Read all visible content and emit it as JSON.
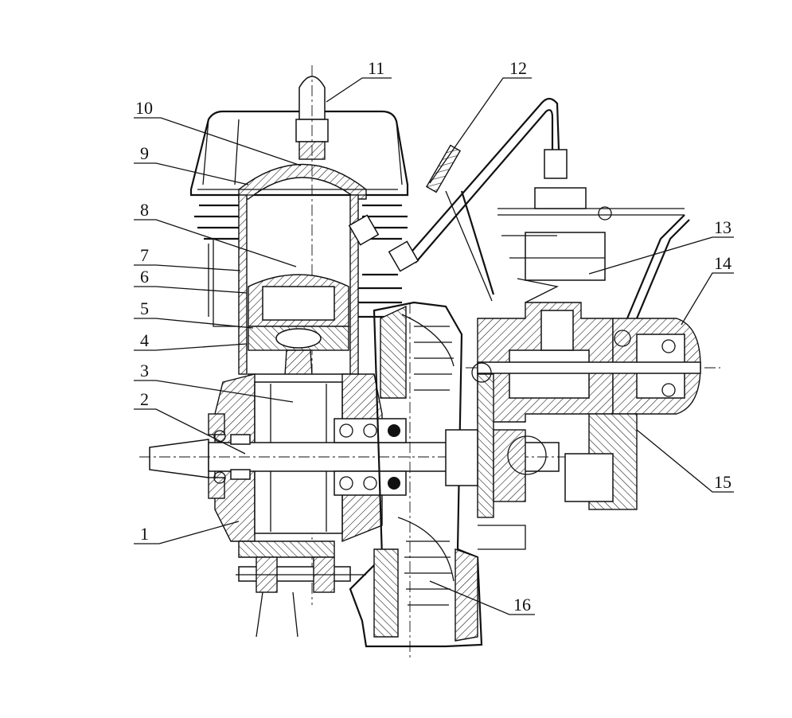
{
  "figure": {
    "callouts": [
      {
        "id": "1",
        "label": "1"
      },
      {
        "id": "2",
        "label": "2"
      },
      {
        "id": "3",
        "label": "3"
      },
      {
        "id": "4",
        "label": "4"
      },
      {
        "id": "5",
        "label": "5"
      },
      {
        "id": "6",
        "label": "6"
      },
      {
        "id": "7",
        "label": "7"
      },
      {
        "id": "8",
        "label": "8"
      },
      {
        "id": "9",
        "label": "9"
      },
      {
        "id": "10",
        "label": "10"
      },
      {
        "id": "11",
        "label": "11"
      },
      {
        "id": "12",
        "label": "12"
      },
      {
        "id": "13",
        "label": "13"
      },
      {
        "id": "14",
        "label": "14"
      },
      {
        "id": "15",
        "label": "15"
      },
      {
        "id": "16",
        "label": "16"
      }
    ],
    "caption": ""
  },
  "colors": {
    "ink": "#111111",
    "paper": "#ffffff"
  }
}
